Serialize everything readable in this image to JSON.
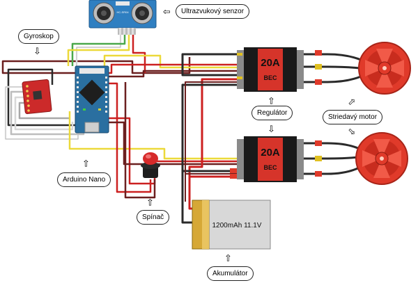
{
  "labels": {
    "sensor": "Ultrazvukový senzor",
    "gyro": "Gyroskop",
    "regulator": "Regulátor",
    "motor": "Striedavý motor",
    "arduino": "Arduino Nano",
    "switch": "Spínač",
    "battery": "Akumulátor"
  },
  "esc": {
    "current": "20A",
    "bec": "BEC"
  },
  "battery": {
    "spec": "1200mAh 11.1V"
  },
  "sensor_marking": "HC-SR04",
  "arrow_glyph": "⇩",
  "colors": {
    "wire_red": "#cc2020",
    "wire_dark_red": "#6b1f1f",
    "wire_yellow": "#ecd93a",
    "wire_black": "#2a2a2a",
    "wire_white": "#f4f4f4",
    "wire_grey": "#9a9a9a",
    "esc_body": "#1a1a1a",
    "esc_label": "#d6342a",
    "motor_red": "#e03a2a",
    "battery_gold": "#d6a836",
    "arduino_blue": "#2a6fa0",
    "gyro_red": "#cc2a2a"
  }
}
